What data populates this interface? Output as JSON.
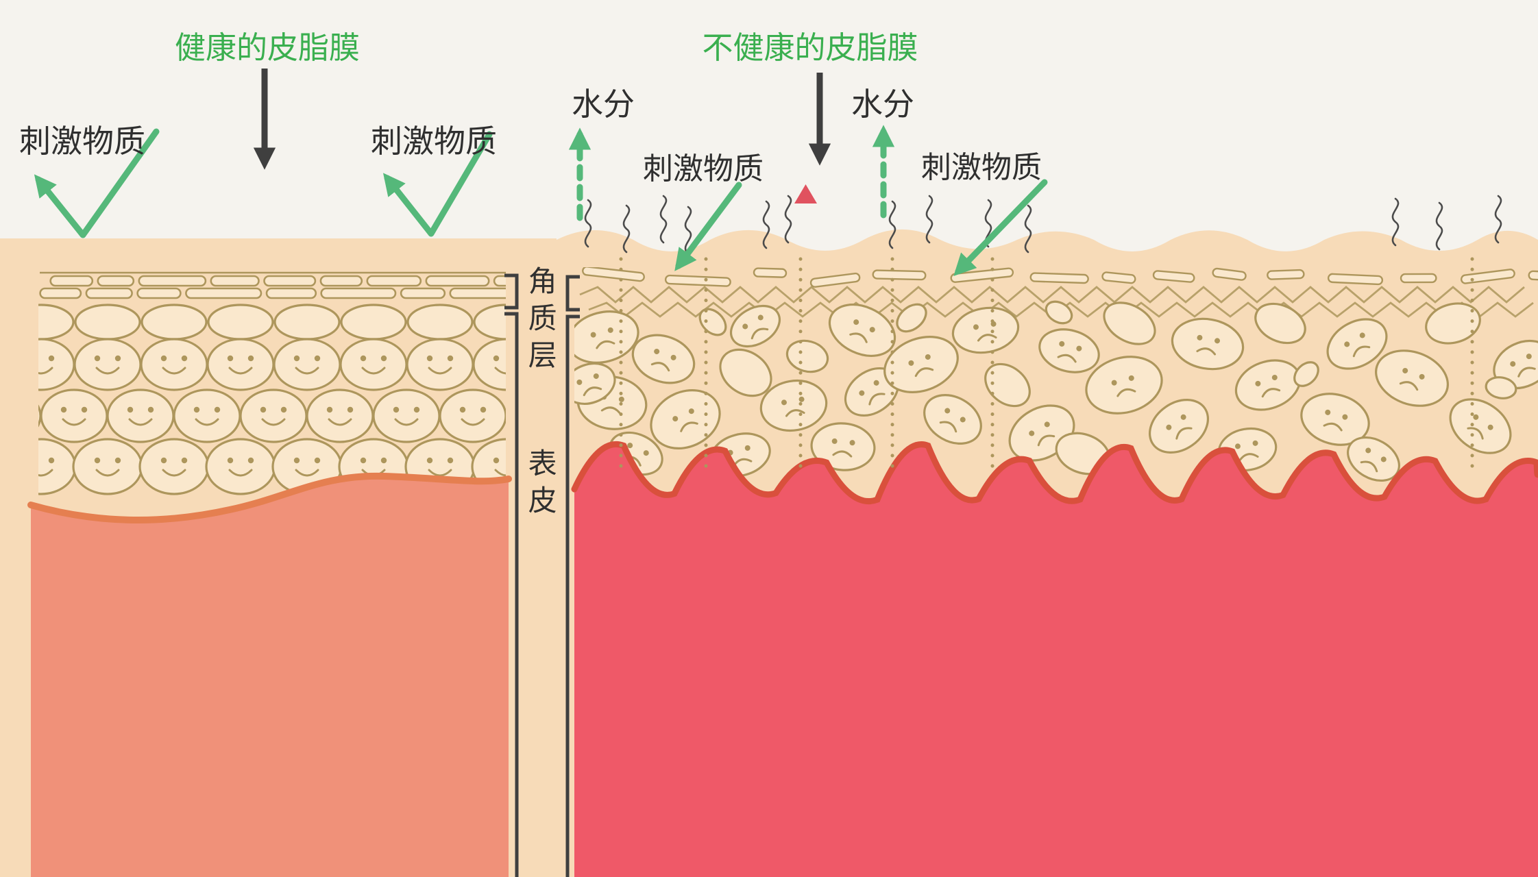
{
  "diagram": {
    "left": {
      "title": "健康的皮脂膜",
      "irritant_label_1": "刺激物质",
      "irritant_label_2": "刺激物质"
    },
    "right": {
      "title": "不健康的皮脂膜",
      "moisture_label_1": "水分",
      "moisture_label_2": "水分",
      "irritant_label_1": "刺激物质",
      "irritant_label_2": "刺激物质"
    },
    "layer_labels": {
      "stratum_corneum": "角质层",
      "epidermis": "表皮"
    },
    "colors": {
      "background": "#f5f3ee",
      "skin_peach": "#f7dbb8",
      "cell_fill": "#fae8cd",
      "cell_outline": "#ad965c",
      "dermis_healthy": "#f09179",
      "dermis_healthy_edge": "#e57f50",
      "dermis_inflamed": "#ef5968",
      "dermis_inflamed_edge": "#d9503c",
      "title_green": "#3aaf4f",
      "arrow_green": "#55b87a",
      "arrow_dark": "#3f3f3f",
      "text_dark": "#2f2f2f",
      "irritant_triangle": "#e0525f"
    }
  }
}
